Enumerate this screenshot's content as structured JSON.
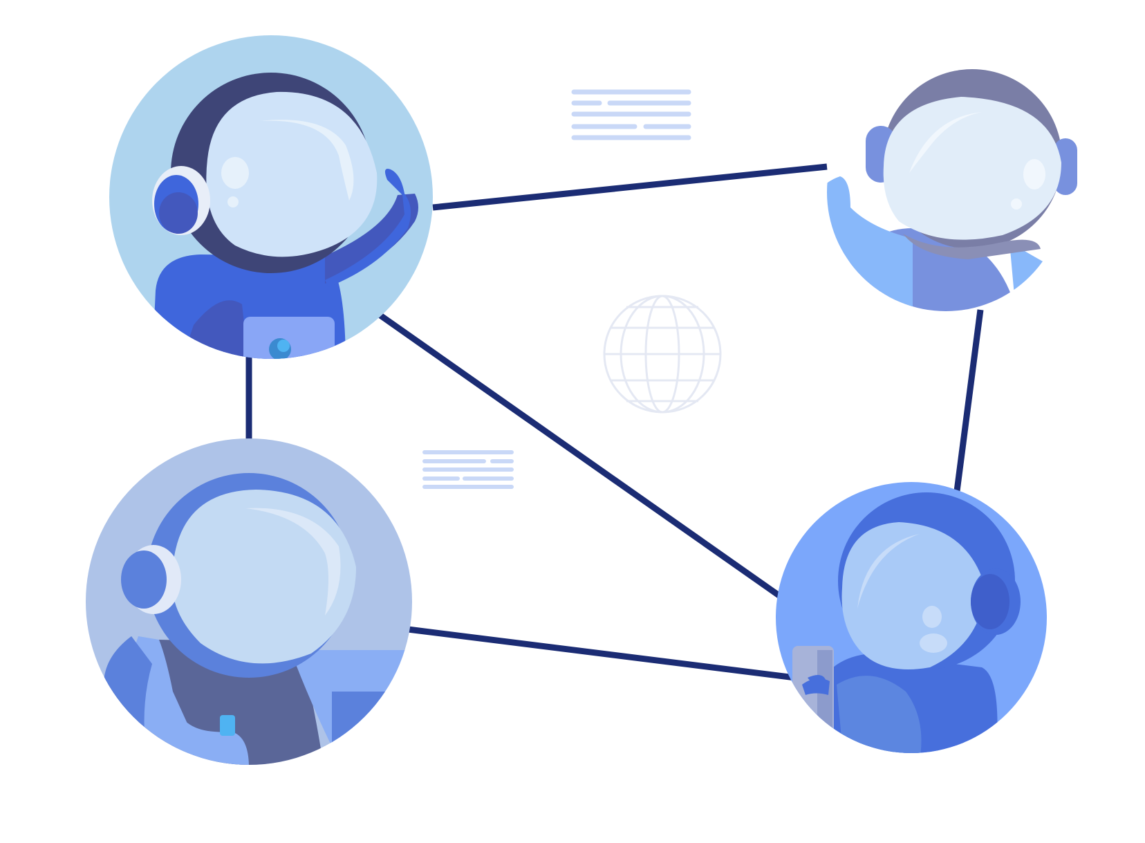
{
  "illustration": {
    "subject": "astronauts-network",
    "nodes": [
      {
        "id": "astronaut-top-left",
        "pose": "waving",
        "helmet": "large"
      },
      {
        "id": "astronaut-top-right",
        "pose": "waving",
        "helmet": "cropped"
      },
      {
        "id": "astronaut-bottom-left",
        "pose": "holding-cup",
        "helmet": "large"
      },
      {
        "id": "astronaut-bottom-right",
        "pose": "holding-phone",
        "helmet": "large"
      }
    ],
    "connections": [
      [
        "astronaut-top-left",
        "astronaut-top-right"
      ],
      [
        "astronaut-top-left",
        "astronaut-bottom-left"
      ],
      [
        "astronaut-top-left",
        "astronaut-bottom-right"
      ],
      [
        "astronaut-top-right",
        "astronaut-bottom-right"
      ],
      [
        "astronaut-bottom-left",
        "astronaut-bottom-right"
      ]
    ],
    "decorations": [
      "message-lines-icon",
      "message-lines-icon",
      "globe-icon"
    ],
    "colors": {
      "link": "#1b2c74",
      "circle_top_left": "#aed4ee",
      "circle_bottom_left": "#aec3e8",
      "circle_bottom_right": "#7ba7fb",
      "suit_blue": "#3f66dc",
      "visor": "#cfe3f9",
      "text_lines": "#c9d8f7",
      "globe": "#e4e8f3"
    }
  }
}
